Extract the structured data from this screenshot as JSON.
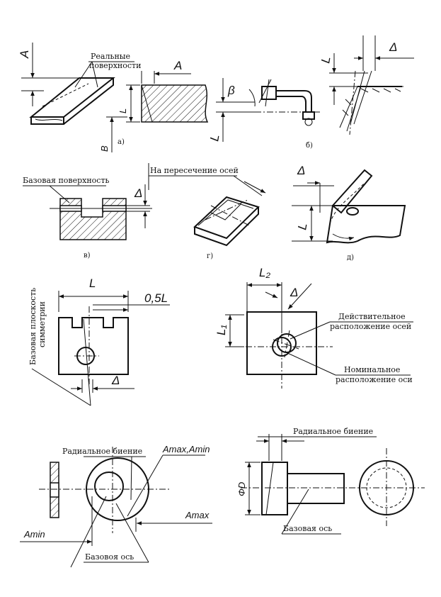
{
  "labels": {
    "a_real_surfaces": "Реальные поверхности",
    "v_base_surface": "Базовая поверхность",
    "g_axes_intersection": "На пересечение осей",
    "sym_plane_1": "Базовая плоскость",
    "sym_plane_2": "симметрии",
    "actual_pos_1": "Действительное",
    "actual_pos_2": "расположение осей",
    "nominal_pos_1": "Номинальное",
    "nominal_pos_2": "расположение оси",
    "radial_runout_left": "Радиальное биение",
    "radial_runout_right": "Радиальное биение",
    "base_axis_left": "Базовоя ось",
    "base_axis_right": "Базовая ось"
  },
  "captions": {
    "a": "а)",
    "b": "б)",
    "v": "в)",
    "g": "г)",
    "d": "д)"
  },
  "symbols": {
    "A": "A",
    "B": "B",
    "L": "L",
    "beta": "β",
    "delta": "Δ",
    "half_L": "0,5L",
    "L1": "L₁",
    "L2": "L₂",
    "AmaxAmin": "Amax,Amin",
    "Amax": "Amax",
    "Amin": "Amin",
    "phiD": "ΦD"
  }
}
